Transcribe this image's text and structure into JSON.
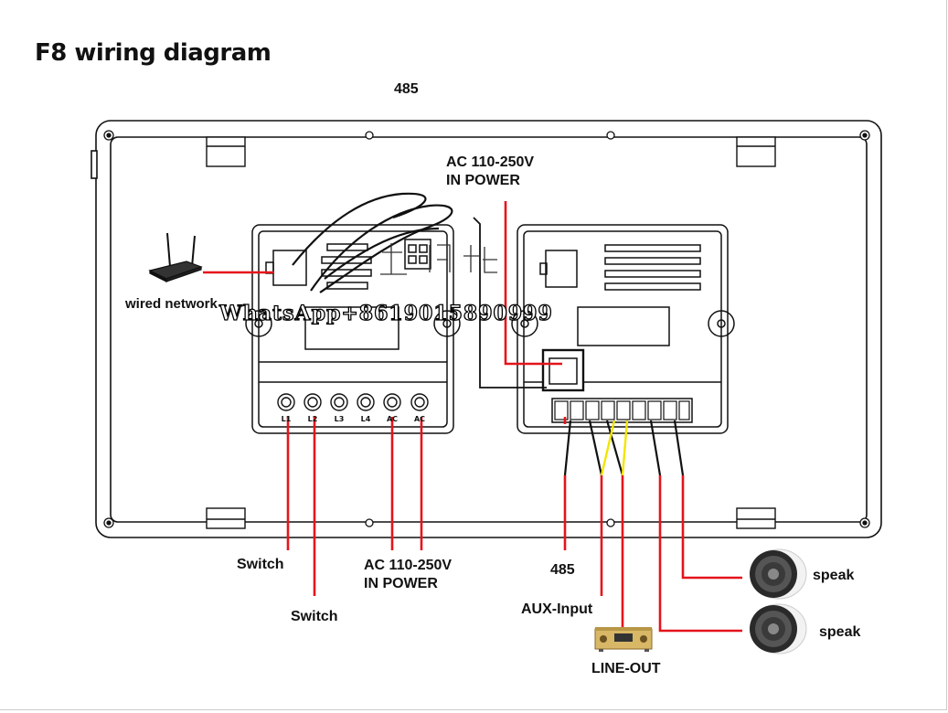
{
  "title": "F8 wiring diagram",
  "labels": {
    "top_485": "485",
    "ac_power_top_line1": "AC 110-250V",
    "ac_power_top_line2": "IN POWER",
    "wired_network": "wired network",
    "switch_1": "Switch",
    "switch_2": "Switch",
    "ac_power_bottom_line1": "AC 110-250V",
    "ac_power_bottom_line2": "IN POWER",
    "bottom_485": "485",
    "aux_input": "AUX-Input",
    "line_out": "LINE-OUT",
    "speak_1": "speak",
    "speak_2": "speak"
  },
  "terminals": [
    "L1",
    "L2",
    "L3",
    "L4",
    "AC",
    "AC"
  ],
  "watermark": "WhatsApp+8619015890999",
  "colors": {
    "wire": "#e5141b",
    "ink": "#111111",
    "aux_wire": "#f2e600"
  }
}
